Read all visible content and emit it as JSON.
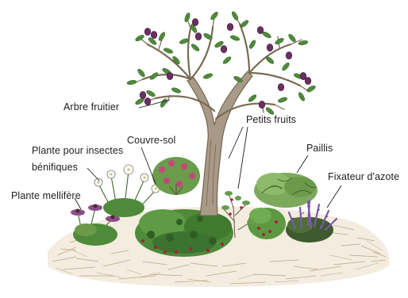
{
  "diagram": {
    "labels": {
      "fruit_tree": "Arbre fruitier",
      "insect_plant_line1": "Plante pour insectes",
      "insect_plant_line2": "bénifiques",
      "honey_plant": "Plante mellifère",
      "ground_cover": "Couvre-sol",
      "small_fruits": "Petits fruits",
      "mulch": "Paillis",
      "nitrogen_fixer": "Fixateur d'azote"
    },
    "colors": {
      "leaf": "#4f8a3a",
      "leaf_dark": "#2f5e25",
      "plum": "#6b2f63",
      "trunk": "#8a7a66",
      "mulch": "#c9b796",
      "lavender": "#7b5aa8",
      "berry": "#a5223a",
      "label_text": "#1e1e1e"
    }
  }
}
